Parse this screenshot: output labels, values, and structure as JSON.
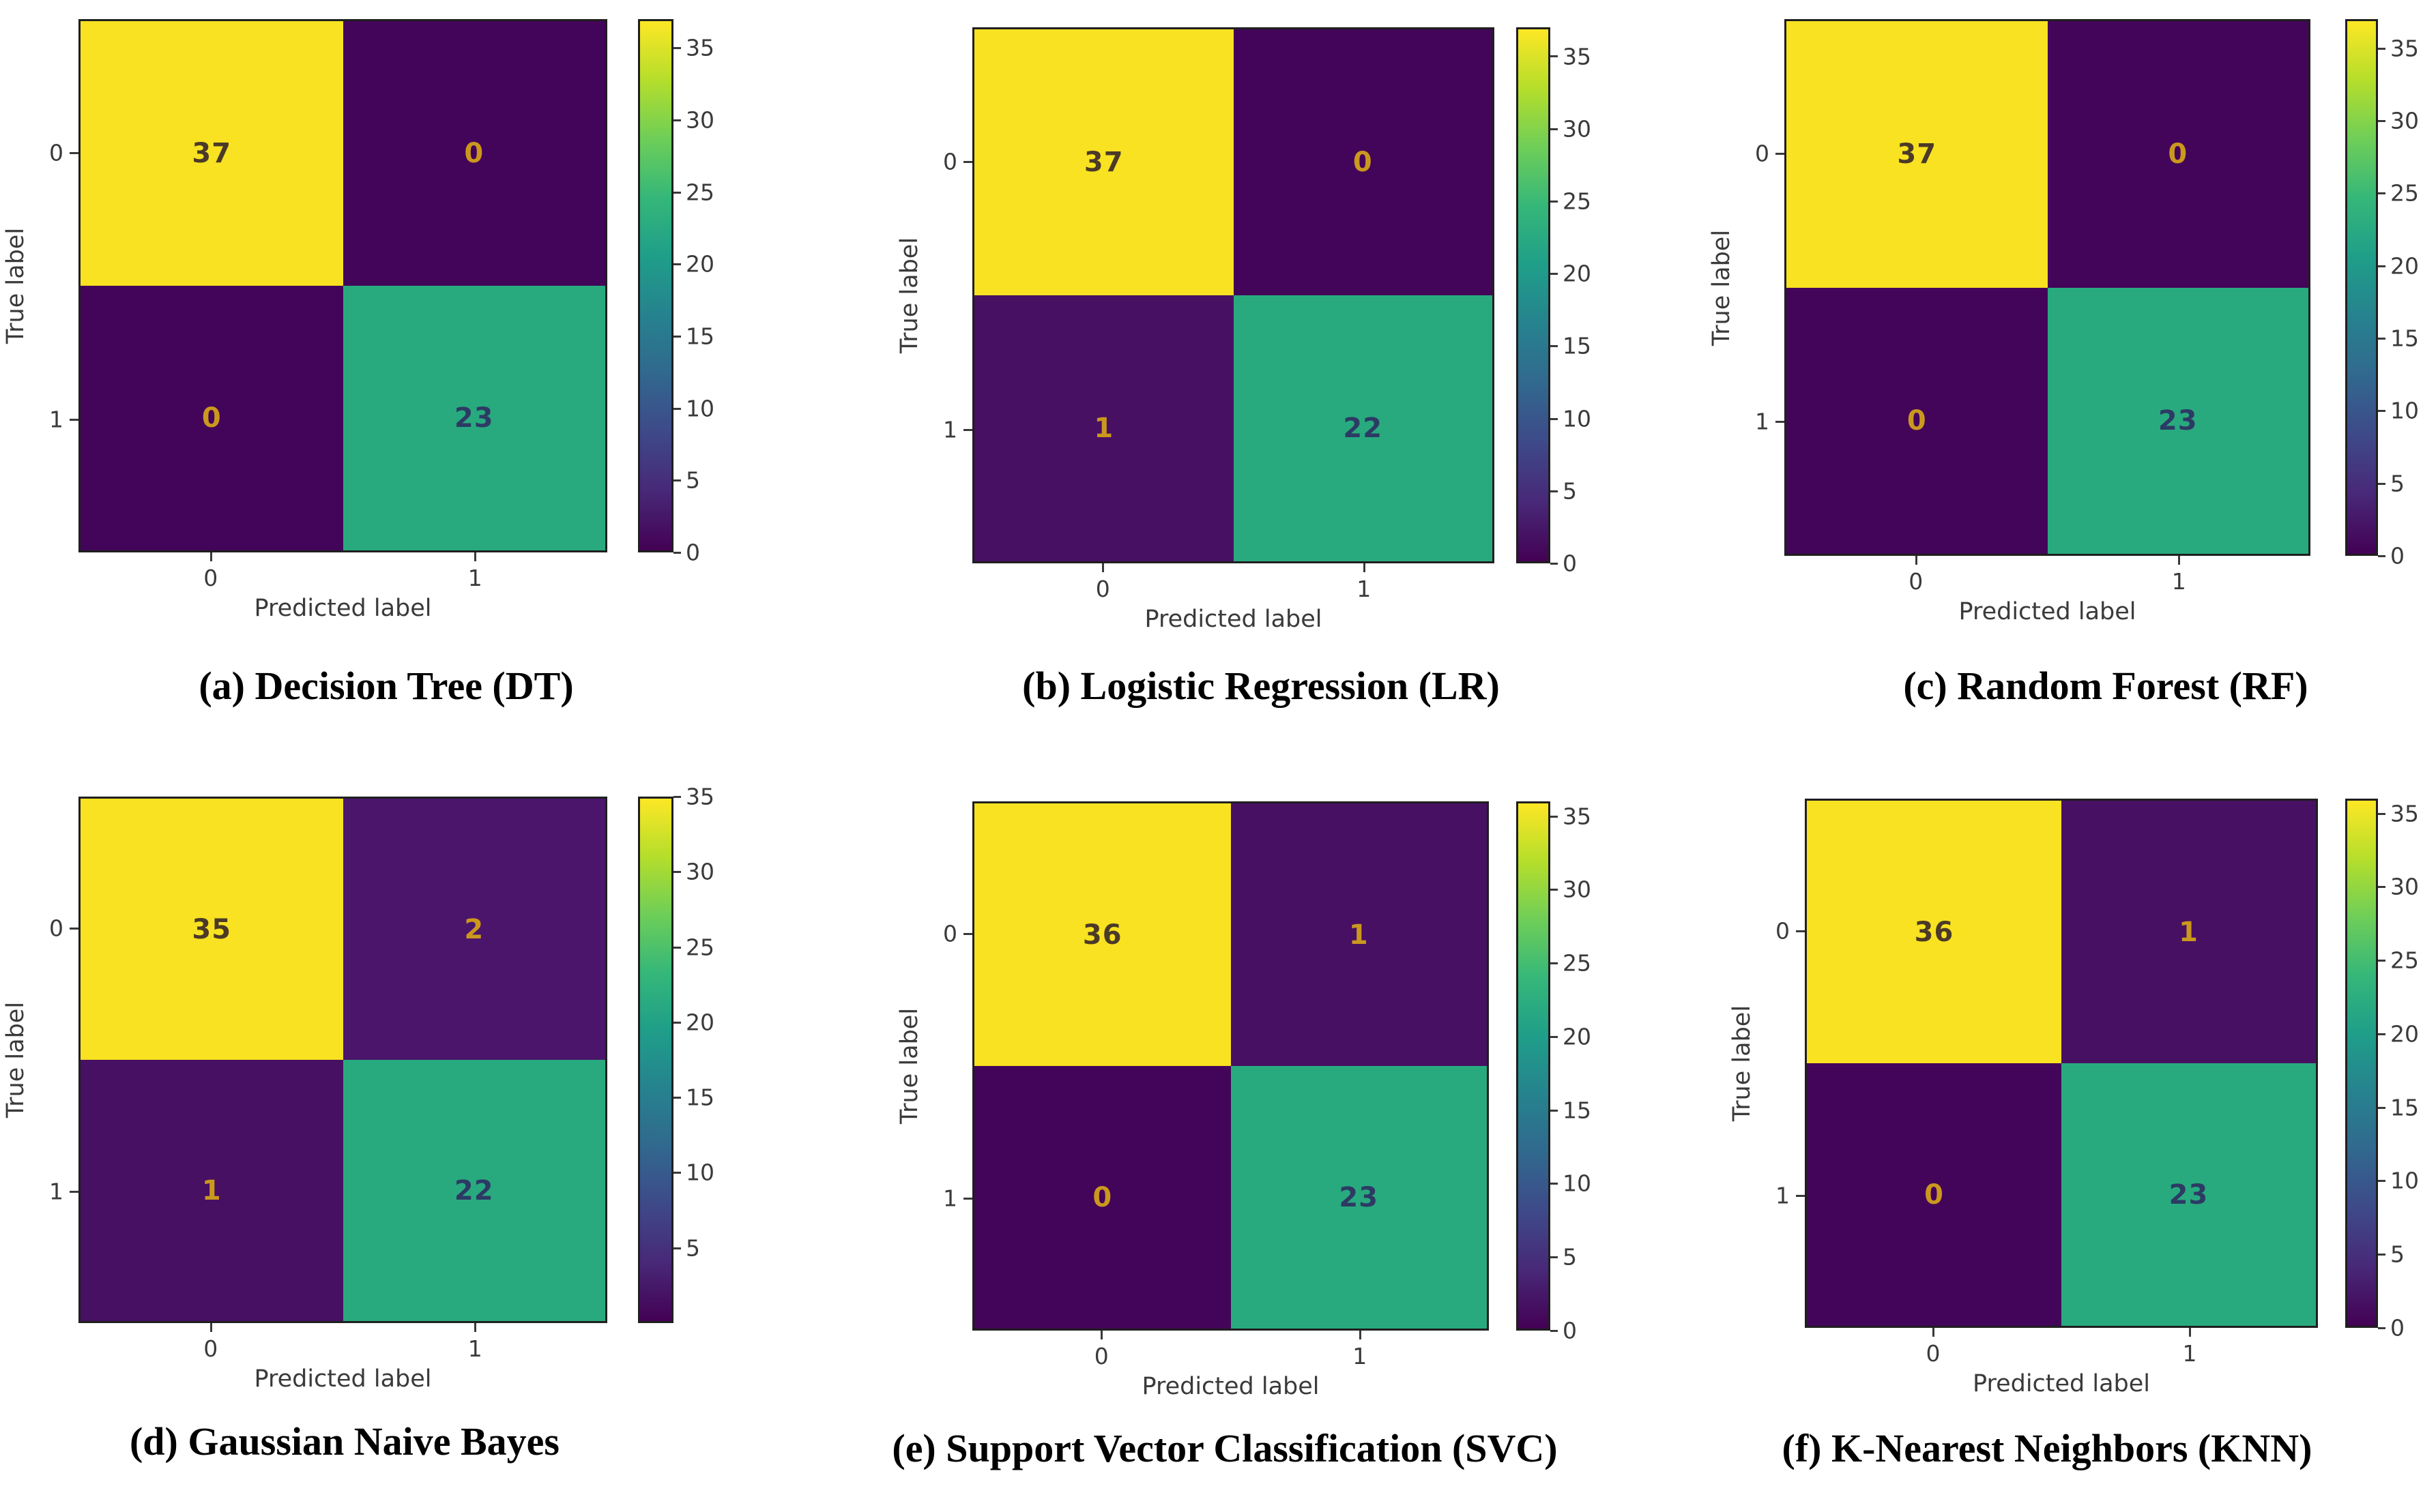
{
  "page": {
    "background": "#ffffff"
  },
  "axis": {
    "xlabel": "Predicted label",
    "ylabel": "True label",
    "xticks": [
      "0",
      "1"
    ],
    "yticks": [
      "0",
      "1"
    ]
  },
  "colors": {
    "cell_high_yellow": "#f8e221",
    "cell_zero_purple": "#430559",
    "cell_low_purple": "#471063",
    "cell_two_purple": "#4a156b",
    "cell_green": "#28aa7e",
    "text_on_yellow": "#4b3a27",
    "text_on_purple": "#cb981e",
    "text_on_green": "#2d3a64",
    "spine": "#1f1f1f",
    "tick_text": "#3a3a3a",
    "viridis_stops": [
      "#440154",
      "#482878",
      "#3e4989",
      "#31688e",
      "#26828e",
      "#1f9e89",
      "#35b779",
      "#6ece58",
      "#b5de2b",
      "#fde725"
    ]
  },
  "figures": [
    {
      "id": "a",
      "caption": "(a) Decision Tree (DT)",
      "cells": [
        {
          "value": "37",
          "bg": "#f8e221",
          "fg": "#4b3a27"
        },
        {
          "value": "0",
          "bg": "#430559",
          "fg": "#cb981e"
        },
        {
          "value": "0",
          "bg": "#430559",
          "fg": "#cb981e"
        },
        {
          "value": "23",
          "bg": "#28aa7e",
          "fg": "#2d3a64"
        }
      ],
      "colorbar_ticks": [
        0,
        5,
        10,
        15,
        20,
        25,
        30,
        35
      ],
      "vmax": 37
    },
    {
      "id": "b",
      "caption": "(b) Logistic Regression (LR)",
      "cells": [
        {
          "value": "37",
          "bg": "#f8e221",
          "fg": "#4b3a27"
        },
        {
          "value": "0",
          "bg": "#430559",
          "fg": "#cb981e"
        },
        {
          "value": "1",
          "bg": "#471063",
          "fg": "#cb981e"
        },
        {
          "value": "22",
          "bg": "#28aa7e",
          "fg": "#2d3a64"
        }
      ],
      "colorbar_ticks": [
        0,
        5,
        10,
        15,
        20,
        25,
        30,
        35
      ],
      "vmax": 37
    },
    {
      "id": "c",
      "caption": "(c) Random Forest (RF)",
      "cells": [
        {
          "value": "37",
          "bg": "#f8e221",
          "fg": "#4b3a27"
        },
        {
          "value": "0",
          "bg": "#430559",
          "fg": "#cb981e"
        },
        {
          "value": "0",
          "bg": "#430559",
          "fg": "#cb981e"
        },
        {
          "value": "23",
          "bg": "#28aa7e",
          "fg": "#2d3a64"
        }
      ],
      "colorbar_ticks": [
        0,
        5,
        10,
        15,
        20,
        25,
        30,
        35
      ],
      "vmax": 37
    },
    {
      "id": "d",
      "caption": "(d)  Gaussian Naive Bayes",
      "cells": [
        {
          "value": "35",
          "bg": "#f8e221",
          "fg": "#4b3a27"
        },
        {
          "value": "2",
          "bg": "#4a156b",
          "fg": "#cb981e"
        },
        {
          "value": "1",
          "bg": "#471063",
          "fg": "#cb981e"
        },
        {
          "value": "22",
          "bg": "#28aa7e",
          "fg": "#2d3a64"
        }
      ],
      "colorbar_ticks": [
        5,
        10,
        15,
        20,
        25,
        30,
        35
      ],
      "vmax": 35
    },
    {
      "id": "e",
      "caption": "(e)  Support Vector Classification (SVC)",
      "cells": [
        {
          "value": "36",
          "bg": "#f8e221",
          "fg": "#4b3a27"
        },
        {
          "value": "1",
          "bg": "#471063",
          "fg": "#cb981e"
        },
        {
          "value": "0",
          "bg": "#430559",
          "fg": "#cb981e"
        },
        {
          "value": "23",
          "bg": "#28aa7e",
          "fg": "#2d3a64"
        }
      ],
      "colorbar_ticks": [
        0,
        5,
        10,
        15,
        20,
        25,
        30,
        35
      ],
      "vmax": 36
    },
    {
      "id": "f",
      "caption": "(f) K-Nearest Neighbors (KNN)",
      "cells": [
        {
          "value": "36",
          "bg": "#f8e221",
          "fg": "#4b3a27"
        },
        {
          "value": "1",
          "bg": "#471063",
          "fg": "#cb981e"
        },
        {
          "value": "0",
          "bg": "#430559",
          "fg": "#cb981e"
        },
        {
          "value": "23",
          "bg": "#28aa7e",
          "fg": "#2d3a64"
        }
      ],
      "colorbar_ticks": [
        0,
        5,
        10,
        15,
        20,
        25,
        30,
        35
      ],
      "vmax": 36
    }
  ],
  "chart_data": [
    {
      "type": "heatmap",
      "title": "(a) Decision Tree (DT)",
      "matrix": [
        [
          37,
          0
        ],
        [
          0,
          23
        ]
      ],
      "x_labels": [
        "0",
        "1"
      ],
      "y_labels": [
        "0",
        "1"
      ],
      "xlabel": "Predicted label",
      "ylabel": "True label",
      "colormap": "viridis",
      "colorbar_ticks": [
        0,
        5,
        10,
        15,
        20,
        25,
        30,
        35
      ],
      "vmin": 0,
      "vmax": 37,
      "legend_position": "right-colorbar",
      "grid": false
    },
    {
      "type": "heatmap",
      "title": "(b) Logistic Regression (LR)",
      "matrix": [
        [
          37,
          0
        ],
        [
          1,
          22
        ]
      ],
      "x_labels": [
        "0",
        "1"
      ],
      "y_labels": [
        "0",
        "1"
      ],
      "xlabel": "Predicted label",
      "ylabel": "True label",
      "colormap": "viridis",
      "colorbar_ticks": [
        0,
        5,
        10,
        15,
        20,
        25,
        30,
        35
      ],
      "vmin": 0,
      "vmax": 37,
      "legend_position": "right-colorbar",
      "grid": false
    },
    {
      "type": "heatmap",
      "title": "(c) Random Forest (RF)",
      "matrix": [
        [
          37,
          0
        ],
        [
          0,
          23
        ]
      ],
      "x_labels": [
        "0",
        "1"
      ],
      "y_labels": [
        "0",
        "1"
      ],
      "xlabel": "Predicted label",
      "ylabel": "True label",
      "colormap": "viridis",
      "colorbar_ticks": [
        0,
        5,
        10,
        15,
        20,
        25,
        30,
        35
      ],
      "vmin": 0,
      "vmax": 37,
      "legend_position": "right-colorbar",
      "grid": false
    },
    {
      "type": "heatmap",
      "title": "(d) Gaussian Naive Bayes",
      "matrix": [
        [
          35,
          2
        ],
        [
          1,
          22
        ]
      ],
      "x_labels": [
        "0",
        "1"
      ],
      "y_labels": [
        "0",
        "1"
      ],
      "xlabel": "Predicted label",
      "ylabel": "True label",
      "colormap": "viridis",
      "colorbar_ticks": [
        5,
        10,
        15,
        20,
        25,
        30,
        35
      ],
      "vmin": 0,
      "vmax": 35,
      "legend_position": "right-colorbar",
      "grid": false
    },
    {
      "type": "heatmap",
      "title": "(e) Support Vector Classification (SVC)",
      "matrix": [
        [
          36,
          1
        ],
        [
          0,
          23
        ]
      ],
      "x_labels": [
        "0",
        "1"
      ],
      "y_labels": [
        "0",
        "1"
      ],
      "xlabel": "Predicted label",
      "ylabel": "True label",
      "colormap": "viridis",
      "colorbar_ticks": [
        0,
        5,
        10,
        15,
        20,
        25,
        30,
        35
      ],
      "vmin": 0,
      "vmax": 36,
      "legend_position": "right-colorbar",
      "grid": false
    },
    {
      "type": "heatmap",
      "title": "(f) K-Nearest Neighbors (KNN)",
      "matrix": [
        [
          36,
          1
        ],
        [
          0,
          23
        ]
      ],
      "x_labels": [
        "0",
        "1"
      ],
      "y_labels": [
        "0",
        "1"
      ],
      "xlabel": "Predicted label",
      "ylabel": "True label",
      "colormap": "viridis",
      "colorbar_ticks": [
        0,
        5,
        10,
        15,
        20,
        25,
        30,
        35
      ],
      "vmin": 0,
      "vmax": 36,
      "legend_position": "right-colorbar",
      "grid": false
    }
  ]
}
